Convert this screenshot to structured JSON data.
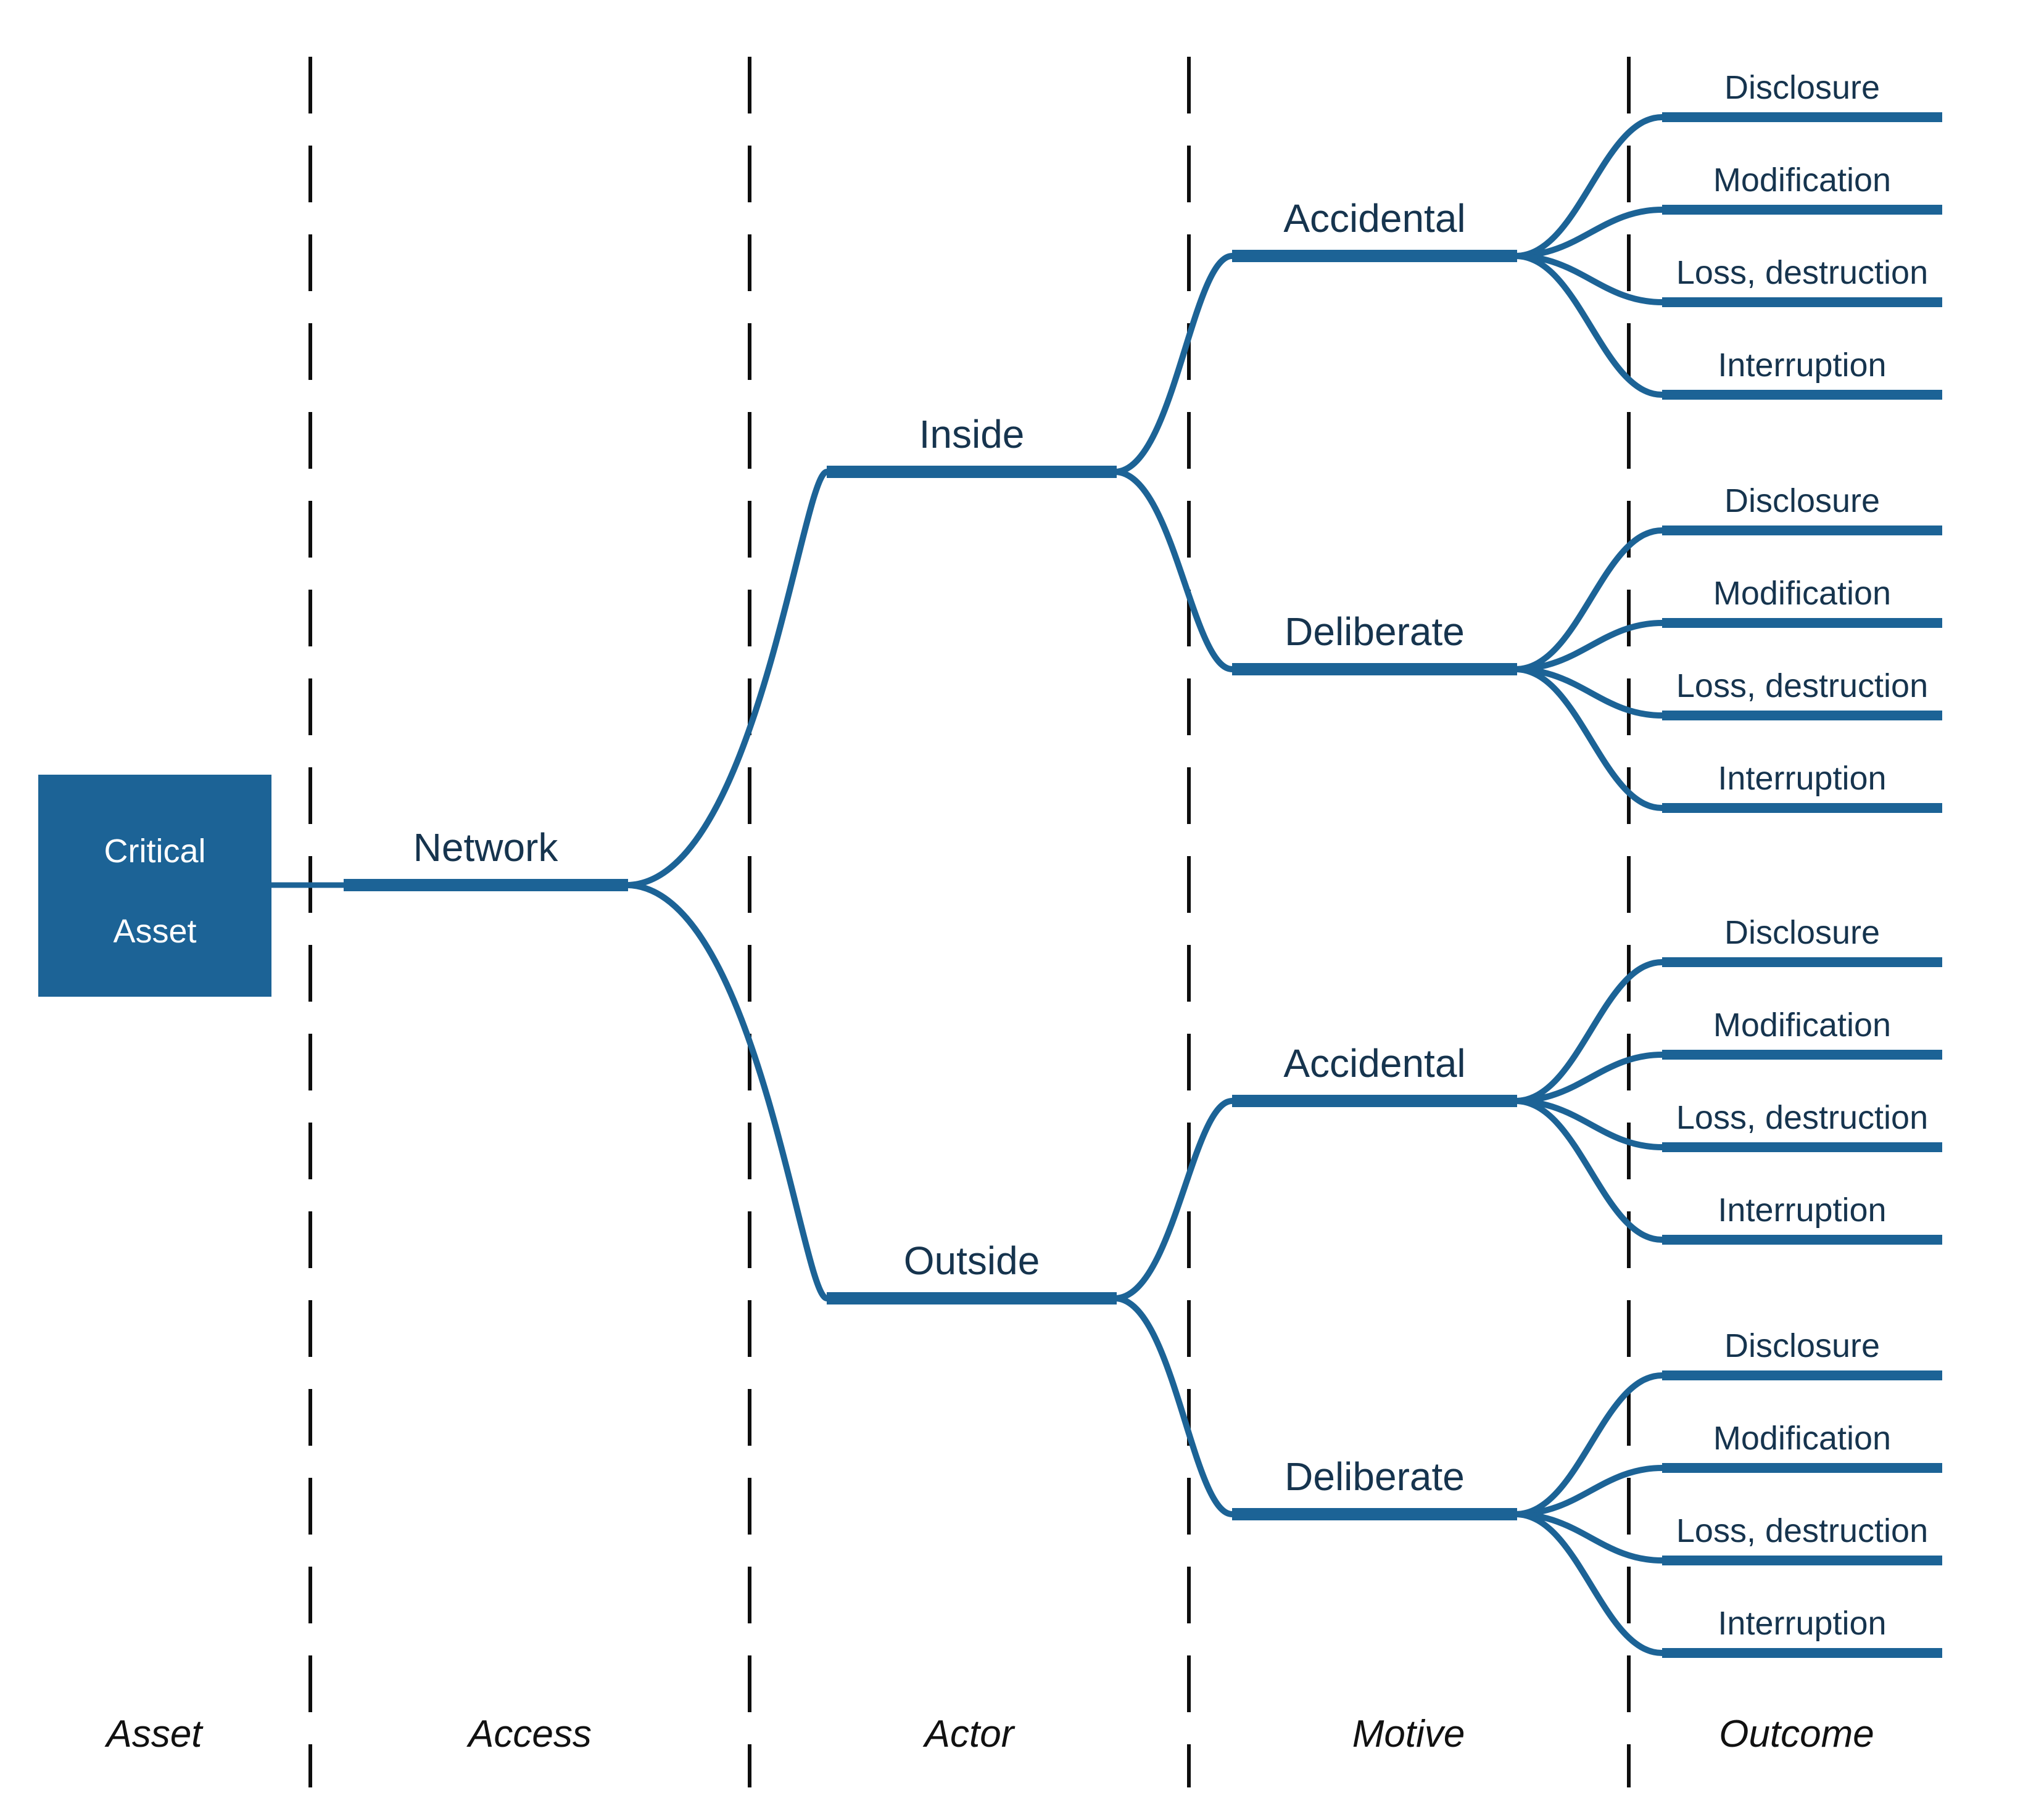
{
  "columns": {
    "labels": [
      "Asset",
      "Access",
      "Actor",
      "Motive",
      "Outcome"
    ]
  },
  "asset": {
    "line1": "Critical",
    "line2": "Asset"
  },
  "access": {
    "label": "Network"
  },
  "actors": {
    "inside": {
      "label": "Inside",
      "accidental": {
        "label": "Accidental",
        "outcomes": [
          "Disclosure",
          "Modification",
          "Loss, destruction",
          "Interruption"
        ]
      },
      "deliberate": {
        "label": "Deliberate",
        "outcomes": [
          "Disclosure",
          "Modification",
          "Loss, destruction",
          "Interruption"
        ]
      }
    },
    "outside": {
      "label": "Outside",
      "accidental": {
        "label": "Accidental",
        "outcomes": [
          "Disclosure",
          "Modification",
          "Loss, destruction",
          "Interruption"
        ]
      },
      "deliberate": {
        "label": "Deliberate",
        "outcomes": [
          "Disclosure",
          "Modification",
          "Loss, destruction",
          "Interruption"
        ]
      }
    }
  },
  "colors": {
    "node_blue": "#1c6396",
    "text_navy": "#16344e",
    "divider_black": "#0d0d0d",
    "background": "#ffffff",
    "box_text": "#ffffff"
  }
}
